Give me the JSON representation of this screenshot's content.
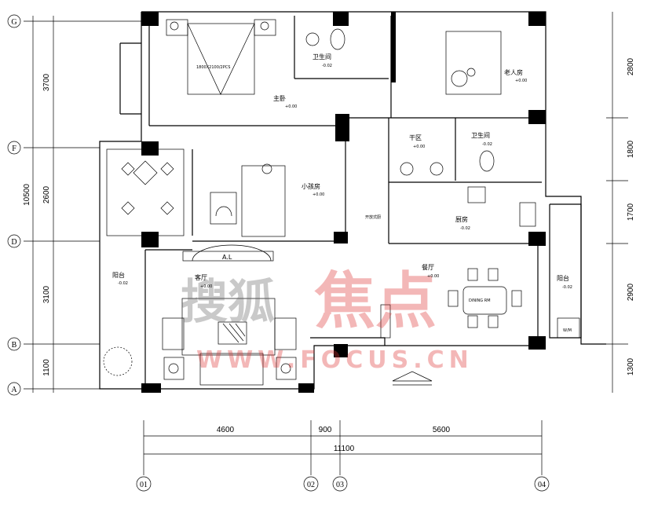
{
  "rooms": {
    "master_bedroom": {
      "name": "主卧",
      "level": "+0.00",
      "bed": "1800X2100/2PCS"
    },
    "master_bath": {
      "name": "卫生间",
      "level": "-0.02"
    },
    "elder_room": {
      "name": "老人房",
      "level": "+0.00"
    },
    "kids_room": {
      "name": "小孩房",
      "level": "+0.00"
    },
    "dry_area": {
      "name": "干区",
      "level": "+0.00"
    },
    "bath2": {
      "name": "卫生间",
      "level": "-0.02"
    },
    "kitchen": {
      "name": "厨房",
      "level": "-0.02",
      "note": "开放式厨"
    },
    "balcony_left": {
      "name": "阳台",
      "level": "-0.02"
    },
    "living": {
      "name": "客厅",
      "level": "+0.00",
      "tv": "A.L"
    },
    "dining": {
      "name": "餐厅",
      "level": "+0.00",
      "table": "DINING RM"
    },
    "balcony_right": {
      "name": "阳台",
      "level": "-0.02",
      "washer": "W/M"
    }
  },
  "dims": {
    "left": [
      "3700",
      "2600",
      "3100",
      "1100"
    ],
    "left_total": "10500",
    "right": [
      "2800",
      "1800",
      "1700",
      "2900",
      "1300"
    ],
    "bottom": [
      "4600",
      "900",
      "5600"
    ],
    "bottom_total": "11100"
  },
  "axes": {
    "rows": [
      "G",
      "F",
      "D",
      "B",
      "A"
    ],
    "cols": [
      "01",
      "02",
      "03",
      "04"
    ]
  },
  "watermark": {
    "cn": "搜狐焦点",
    "url": "WWW.FOCUS.CN"
  }
}
